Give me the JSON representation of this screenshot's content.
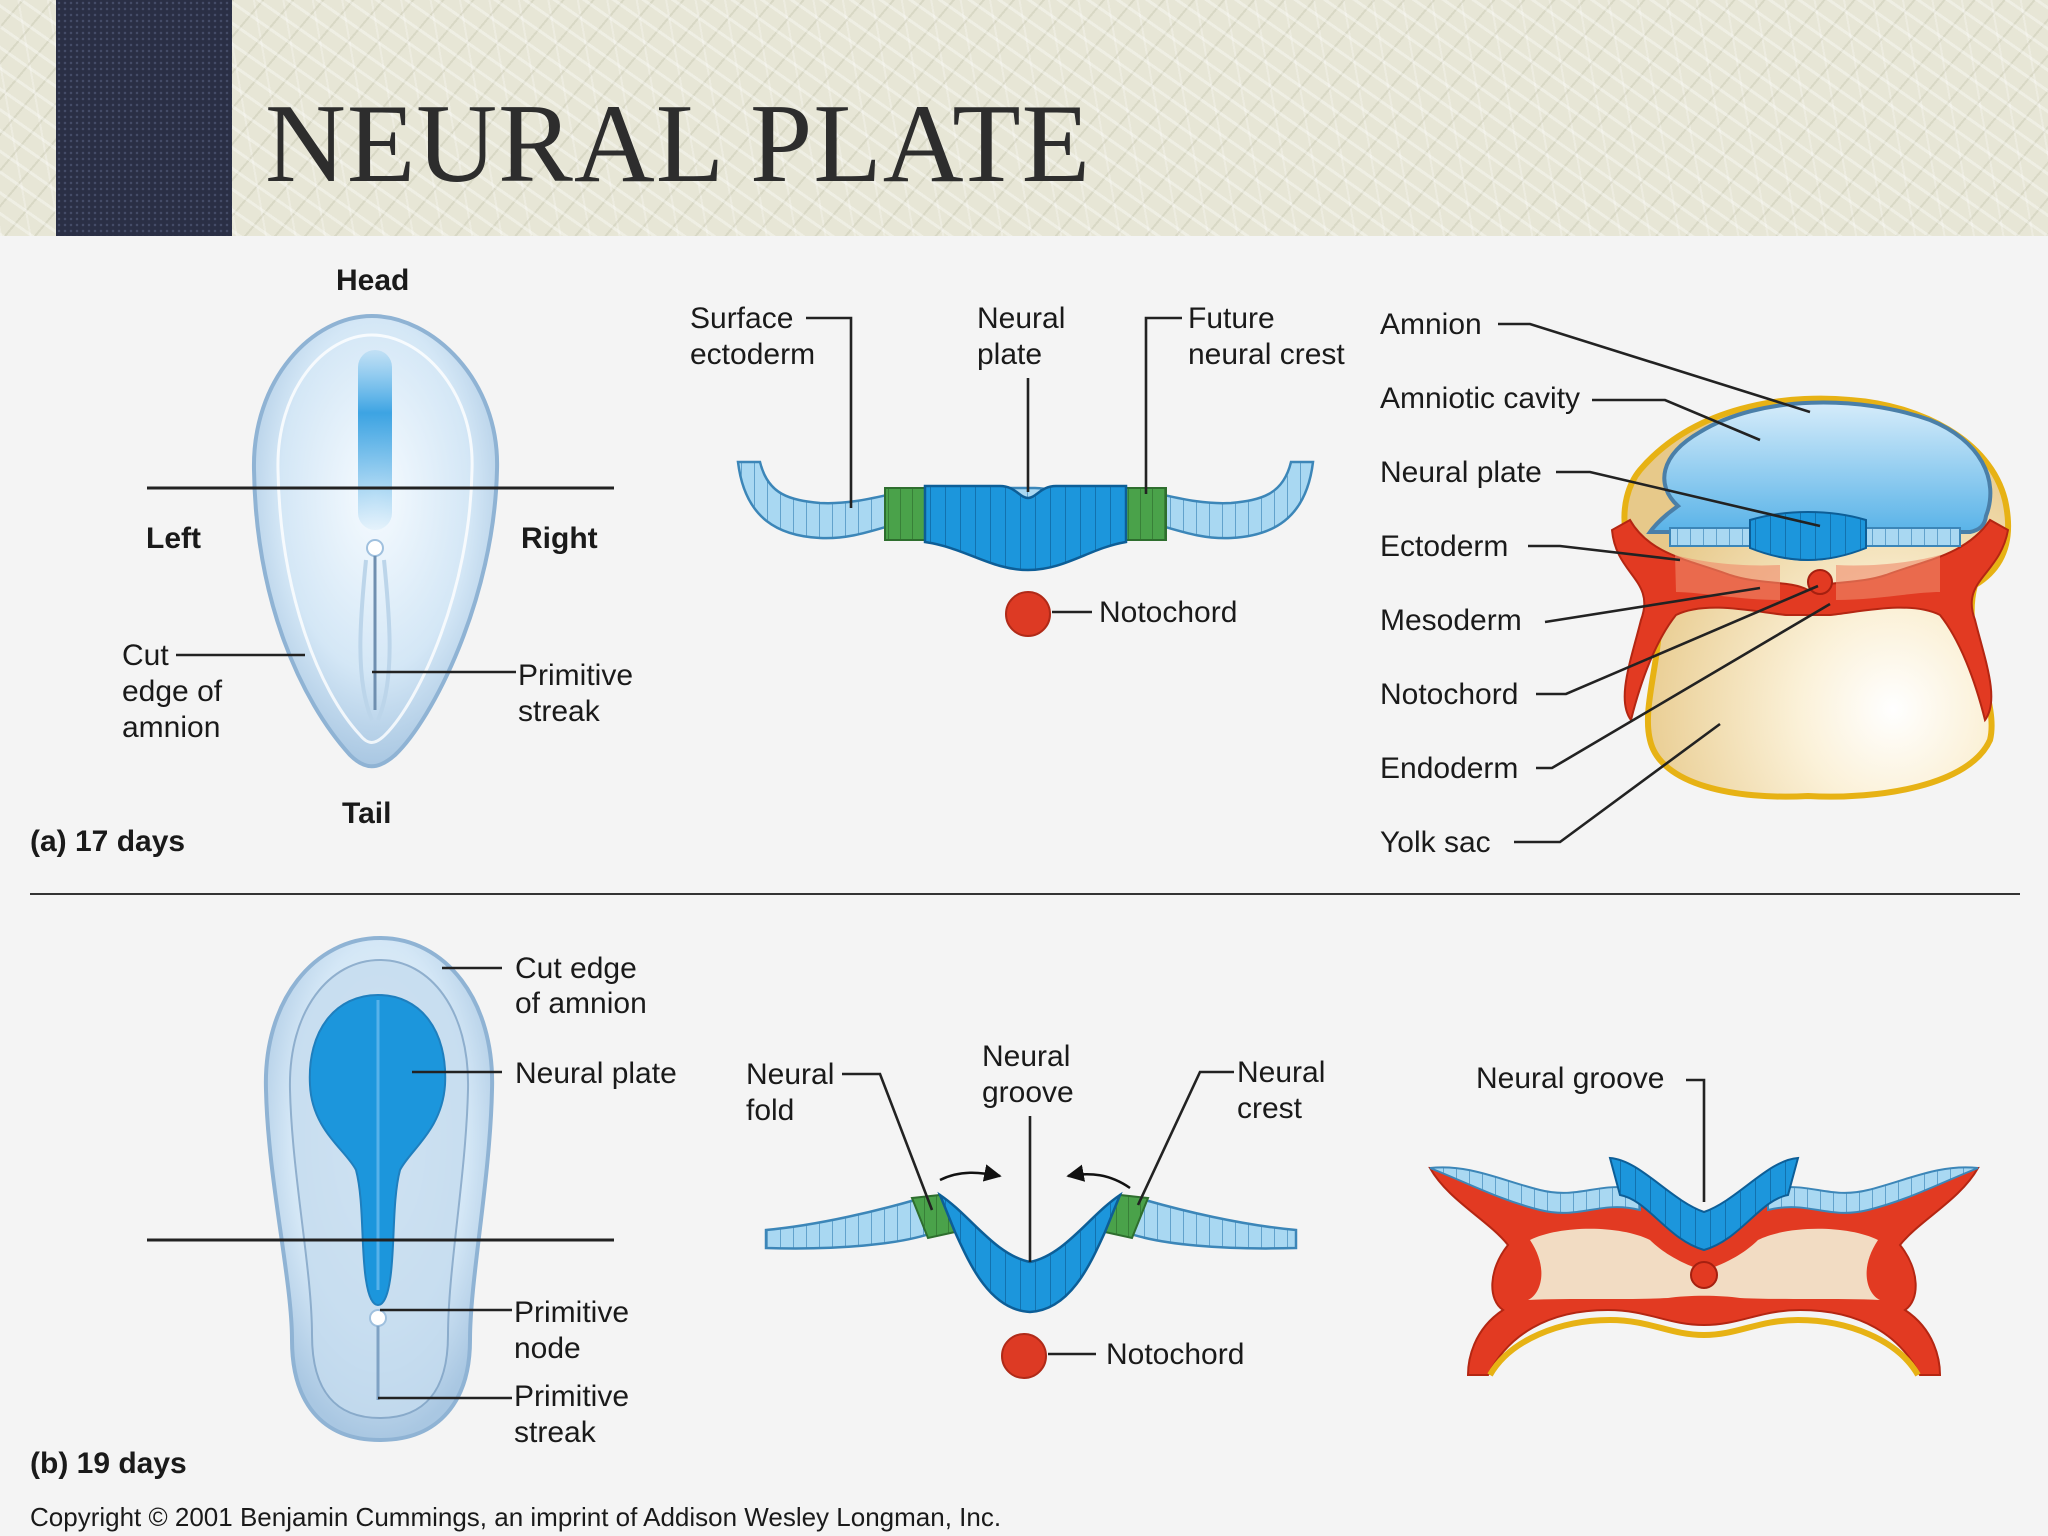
{
  "title": "NEURAL PLATE",
  "panel_a": {
    "caption": "(a) 17 days",
    "embryo": {
      "head": "Head",
      "tail": "Tail",
      "left": "Left",
      "right": "Right",
      "cut_edge_1": "Cut",
      "cut_edge_2": "edge of",
      "cut_edge_3": "amnion",
      "primitive_streak_1": "Primitive",
      "primitive_streak_2": "streak"
    },
    "section": {
      "surface_ectoderm_1": "Surface",
      "surface_ectoderm_2": "ectoderm",
      "neural_plate_1": "Neural",
      "neural_plate_2": "plate",
      "future_neural_crest_1": "Future",
      "future_neural_crest_2": "neural crest",
      "notochord": "Notochord"
    },
    "cross_section": {
      "amnion": "Amnion",
      "amniotic_cavity": "Amniotic cavity",
      "neural_plate": "Neural plate",
      "ectoderm": "Ectoderm",
      "mesoderm": "Mesoderm",
      "notochord": "Notochord",
      "endoderm": "Endoderm",
      "yolk_sac": "Yolk sac"
    }
  },
  "panel_b": {
    "caption": "(b) 19 days",
    "embryo": {
      "cut_edge_1": "Cut edge",
      "cut_edge_2": "of amnion",
      "neural_plate": "Neural plate",
      "primitive_node_1": "Primitive",
      "primitive_node_2": "node",
      "primitive_streak_1": "Primitive",
      "primitive_streak_2": "streak"
    },
    "section": {
      "neural_fold_1": "Neural",
      "neural_fold_2": "fold",
      "neural_groove_1": "Neural",
      "neural_groove_2": "groove",
      "neural_crest_1": "Neural",
      "neural_crest_2": "crest",
      "notochord": "Notochord"
    },
    "cross_section": {
      "neural_groove": "Neural groove"
    }
  },
  "copyright": "Copyright © 2001 Benjamin Cummings, an imprint of Addison Wesley Longman, Inc.",
  "colors": {
    "ectoderm_light": "#a9d8f2",
    "neural_plate_blue": "#1c96dc",
    "neural_crest_green": "#4aa24a",
    "mesoderm_red": "#e23a22",
    "yolk": "#f1dfae",
    "yolk_rim": "#e7b214"
  }
}
